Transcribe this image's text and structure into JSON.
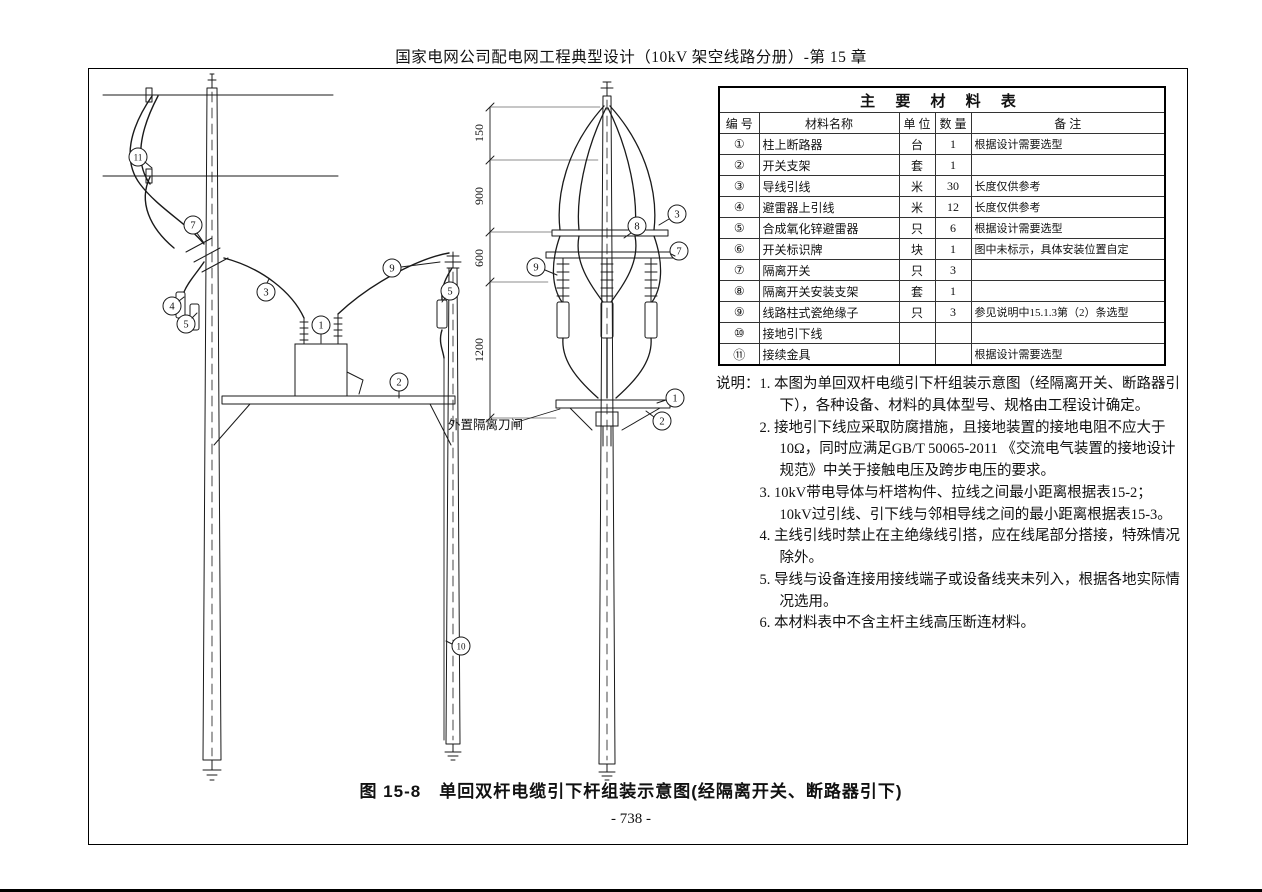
{
  "page": {
    "header_title": "国家电网公司配电网工程典型设计（10kV 架空线路分册）-第 15 章",
    "figure_caption": "图 15-8　单回双杆电缆引下杆组装示意图(经隔离开关、断路器引下)",
    "page_number": "- 738 -"
  },
  "materials_table": {
    "title": "主 要 材 料 表",
    "headers": {
      "no": "编 号",
      "name": "材料名称",
      "unit": "单 位",
      "qty": "数 量",
      "note": "备  注"
    },
    "rows": [
      {
        "no": "①",
        "name": "柱上断路器",
        "unit": "台",
        "qty": "1",
        "note": "根据设计需要选型"
      },
      {
        "no": "②",
        "name": "开关支架",
        "unit": "套",
        "qty": "1",
        "note": ""
      },
      {
        "no": "③",
        "name": "导线引线",
        "unit": "米",
        "qty": "30",
        "note": "长度仅供参考"
      },
      {
        "no": "④",
        "name": "避雷器上引线",
        "unit": "米",
        "qty": "12",
        "note": "长度仅供参考"
      },
      {
        "no": "⑤",
        "name": "合成氧化锌避雷器",
        "unit": "只",
        "qty": "6",
        "note": "根据设计需要选型"
      },
      {
        "no": "⑥",
        "name": "开关标识牌",
        "unit": "块",
        "qty": "1",
        "note": "图中未标示，具体安装位置自定"
      },
      {
        "no": "⑦",
        "name": "隔离开关",
        "unit": "只",
        "qty": "3",
        "note": ""
      },
      {
        "no": "⑧",
        "name": "隔离开关安装支架",
        "unit": "套",
        "qty": "1",
        "note": ""
      },
      {
        "no": "⑨",
        "name": "线路柱式瓷绝缘子",
        "unit": "只",
        "qty": "3",
        "note": "参见说明中15.1.3第（2）条选型"
      },
      {
        "no": "⑩",
        "name": "接地引下线",
        "unit": "",
        "qty": "",
        "note": ""
      },
      {
        "no": "⑪",
        "name": "接续金具",
        "unit": "",
        "qty": "",
        "note": "根据设计需要选型"
      }
    ]
  },
  "notes": {
    "label": "说明：",
    "items": [
      "1. 本图为单回双杆电缆引下杆组装示意图（经隔离开关、断路器引下），各种设备、材料的具体型号、规格由工程设计确定。",
      "2. 接地引下线应采取防腐措施，且接地装置的接地电阻不应大于10Ω，同时应满足GB/T 50065-2011 《交流电气装置的接地设计规范》中关于接触电压及跨步电压的要求。",
      "3. 10kV带电导体与杆塔构件、拉线之间最小距离根据表15-2；10kV过引线、引下线与邻相导线之间的最小距离根据表15-3。",
      "4. 主线引线时禁止在主绝缘线引搭，应在线尾部分搭接，特殊情况除外。",
      "5. 导线与设备连接用接线端子或设备线夹未列入，根据各地实际情况选用。",
      "6. 本材料表中不含主杆主线高压断连材料。"
    ]
  },
  "drawing": {
    "dim_labels": [
      "150",
      "900",
      "600",
      "1200"
    ],
    "left_callouts": [
      "11",
      "7",
      "4",
      "5",
      "3",
      "1",
      "9",
      "5",
      "2",
      "10"
    ],
    "mid_callouts": [
      "8",
      "3",
      "7",
      "9",
      "1",
      "2"
    ],
    "external_switch_label": "外置隔离刀闸"
  }
}
